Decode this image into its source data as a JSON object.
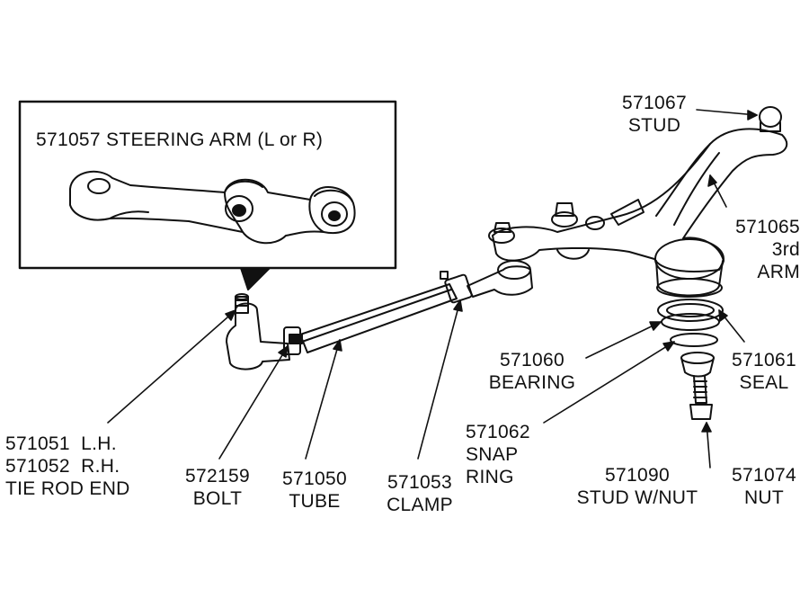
{
  "inset": {
    "title": "571057 STEERING ARM (L or R)"
  },
  "labels": {
    "stud": [
      "571067",
      "STUD"
    ],
    "third_arm": [
      "571065",
      "3rd",
      "ARM"
    ],
    "bearing": [
      "571060",
      "BEARING"
    ],
    "seal": [
      "571061",
      "SEAL"
    ],
    "snap_ring": [
      "571062",
      "SNAP",
      "RING"
    ],
    "tie_rod_end": [
      "571051  L.H.",
      "571052  R.H.",
      "TIE ROD END"
    ],
    "bolt": [
      "572159",
      "BOLT"
    ],
    "tube": [
      "571050",
      "TUBE"
    ],
    "clamp": [
      "571053",
      "CLAMP"
    ],
    "stud_nut": [
      "571090",
      "STUD W/NUT"
    ],
    "nut": [
      "571074",
      "NUT"
    ]
  }
}
